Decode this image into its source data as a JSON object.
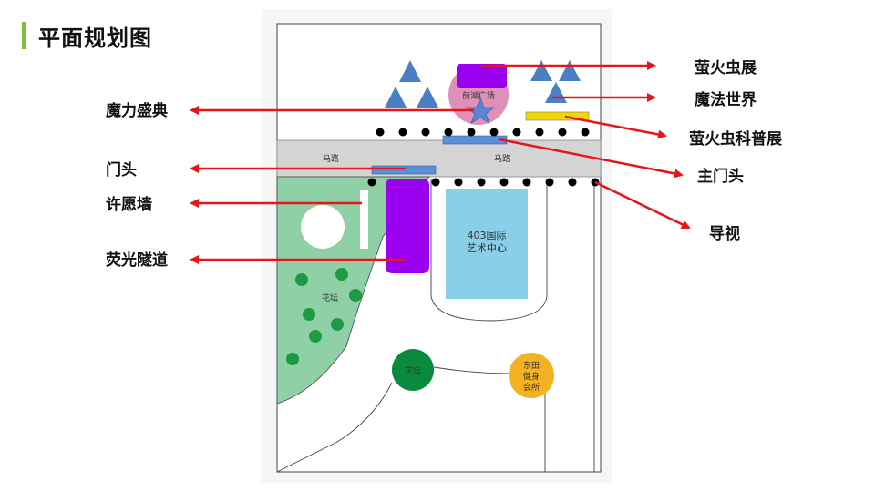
{
  "title": "平面规划图",
  "map": {
    "road_left": "马路",
    "road_right": "马路",
    "plaza": "前湖广场",
    "art_center_line1": "403国际",
    "art_center_line2": "艺术中心",
    "flowerbed_left": "花坛",
    "flowerbed_circle": "花坛",
    "gym_line1": "东田",
    "gym_line2": "健身",
    "gym_line3": "会所"
  },
  "labels": {
    "firefly_exhibit": "萤火虫展",
    "magic_world": "魔法世界",
    "firefly_science": "萤火虫科普展",
    "main_gate": "主门头",
    "guide": "导视",
    "magic_ceremony": "魔力盛典",
    "gate": "门头",
    "wish_wall": "许愿墙",
    "glow_tunnel": "荧光隧道"
  },
  "colors": {
    "accent_bar": "#7cc242",
    "arrow": "#e8141c",
    "garden": "#8fd0a6",
    "tunnel": "#9b00f0",
    "art_center": "#89cfe8",
    "gym": "#f4b223",
    "flowerbed_circle": "#0a8a3c",
    "triangle": "#4a7fc8",
    "plaza": "#e08fb8",
    "road": "#d4d4d4",
    "science_bar": "#f2d600"
  }
}
